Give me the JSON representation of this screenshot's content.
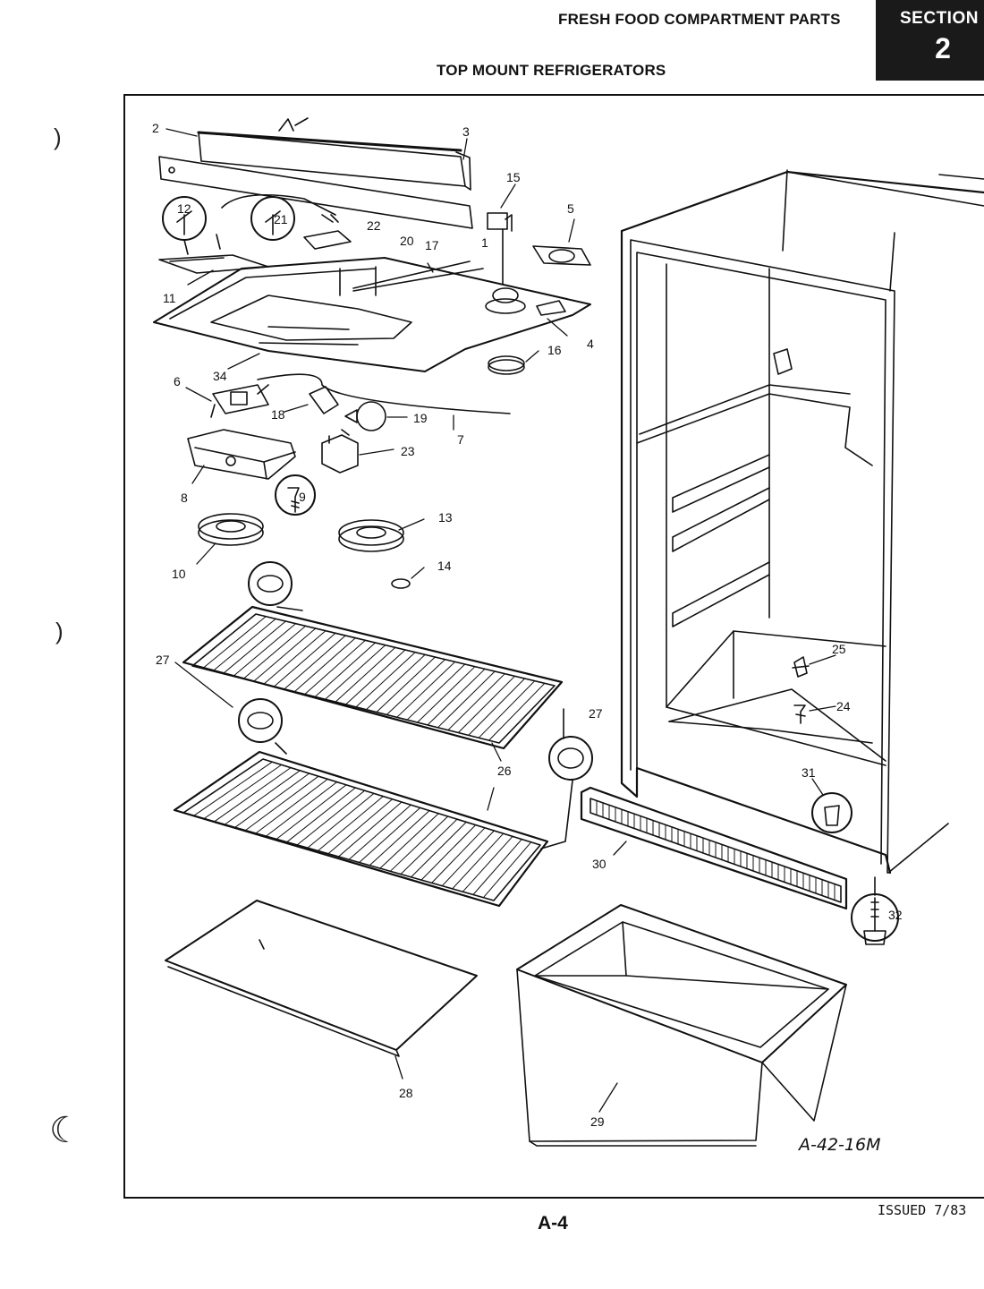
{
  "header": {
    "title": "FRESH FOOD COMPARTMENT PARTS",
    "subtitle": "TOP MOUNT REFRIGERATORS",
    "section_word": "SECTION",
    "section_number": "2"
  },
  "drawing_number": "A-42-16M",
  "page_number": "A-4",
  "issued": "ISSUED 7/83",
  "part_numbers": [
    "1",
    "2",
    "3",
    "4",
    "5",
    "6",
    "7",
    "8",
    "9",
    "10",
    "11",
    "12",
    "13",
    "14",
    "15",
    "16",
    "17",
    "18",
    "19",
    "20",
    "21",
    "22",
    "23",
    "24",
    "25",
    "26",
    "27",
    "28",
    "29",
    "30",
    "31",
    "32",
    "34"
  ]
}
